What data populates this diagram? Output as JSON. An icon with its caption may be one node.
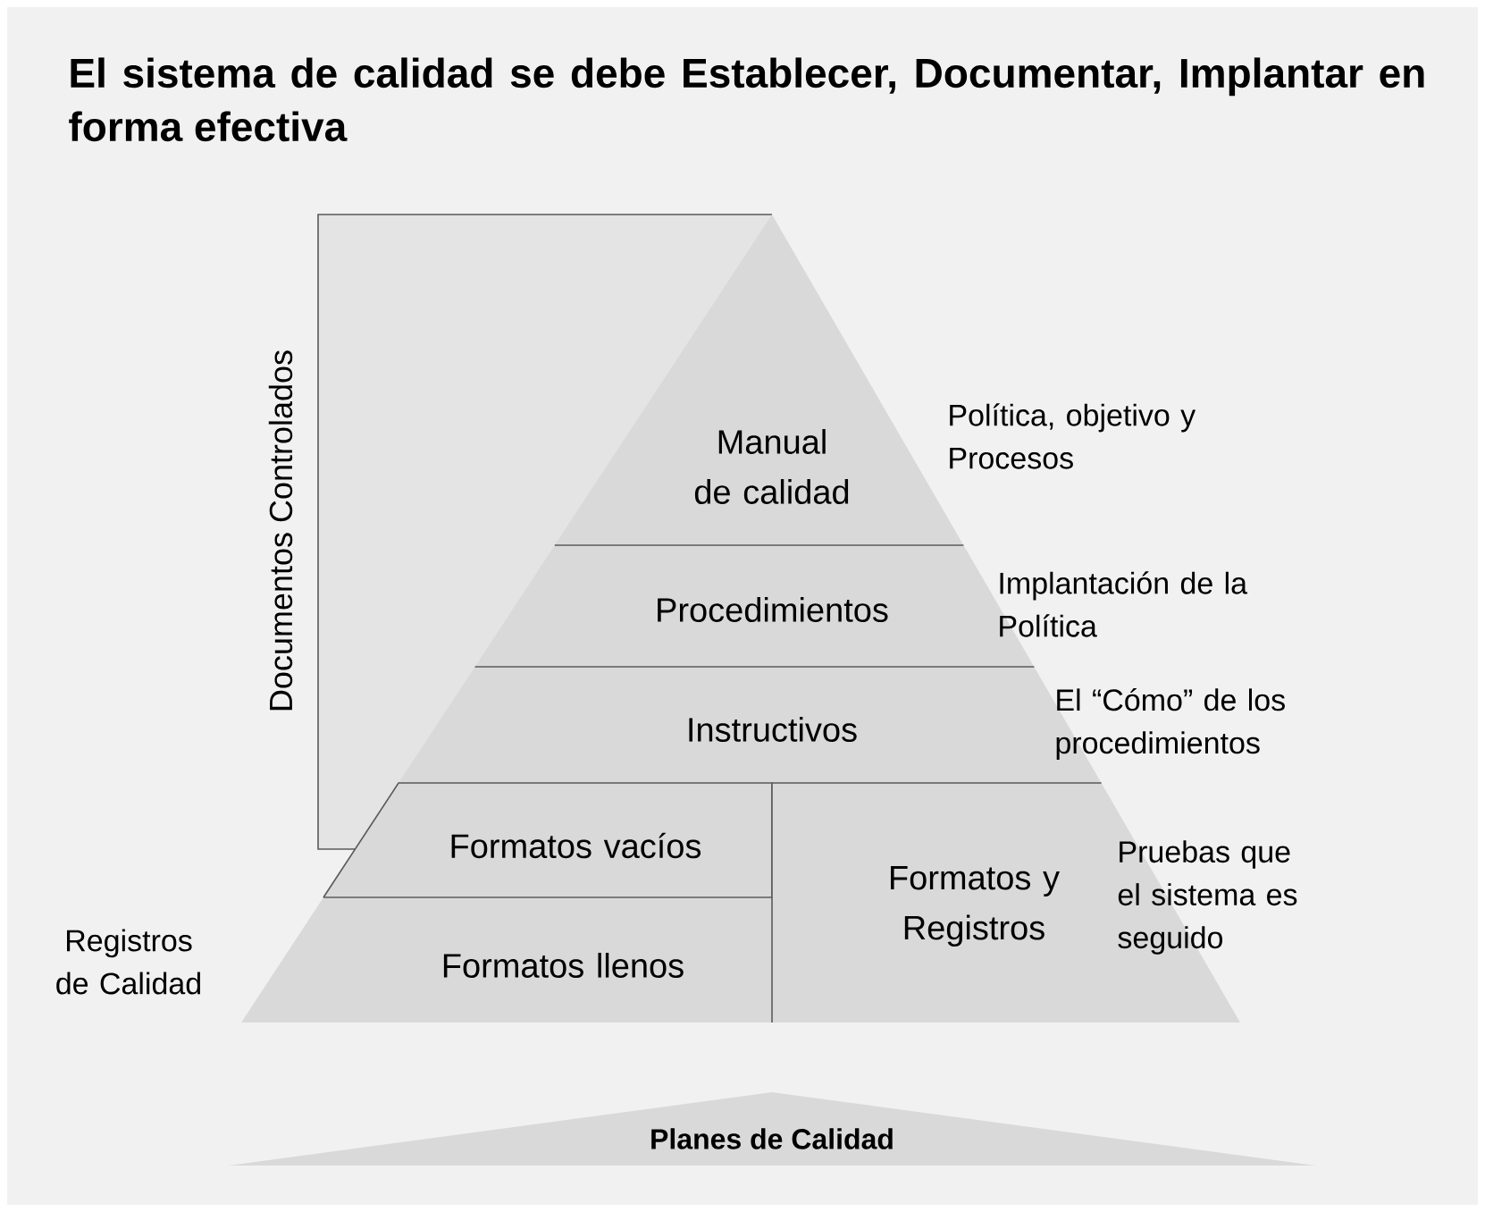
{
  "diagram": {
    "title": "El sistema de calidad se debe Establecer, Documentar, Implantar en forma efectiva",
    "nodes": [
      {
        "text": [
          "Documentos Controlados"
        ]
      },
      {
        "text": [
          "Manual de calidad"
        ],
        "beside": [
          "Política, objetivo y Procesos"
        ]
      },
      {
        "text": [
          "Procedimientos"
        ],
        "beside": [
          "Implantación de la Política"
        ]
      },
      {
        "text": [
          "Instructivos"
        ],
        "beside": [
          "El “Cómo” de los procedimientos"
        ]
      },
      {
        "text": [
          "Formatos vacíos"
        ]
      },
      {
        "text": [
          "Formatos llenos"
        ]
      },
      {
        "text": [
          "Formatos y Registros"
        ],
        "beside": [
          "Pruebas que el sistema es seguido"
        ]
      },
      {
        "text": [
          "Planes de Calidad"
        ]
      }
    ],
    "labels": [
      "Registros de Calidad"
    ]
  }
}
